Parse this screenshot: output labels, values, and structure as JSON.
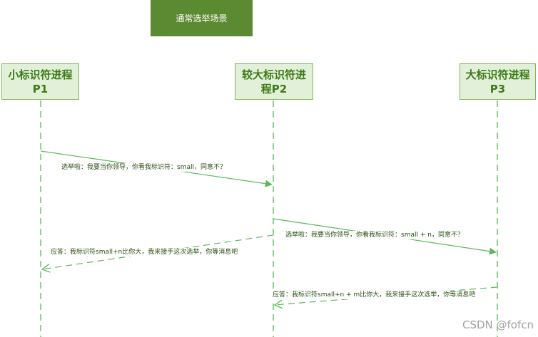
{
  "title": "通常选举场景",
  "actors": [
    {
      "line1": "小标识符进程",
      "line2": "P1"
    },
    {
      "line1": "较大标识符进",
      "line2": "程P2"
    },
    {
      "line1": "大标识符进程",
      "line2": "P3"
    }
  ],
  "messages": [
    {
      "label": "选举啦：我要当你领导，你看我标识符：small，同意不？",
      "type": "request"
    },
    {
      "label": "选举啦：我要当你领导，你看我标识符：small + n，同意不？",
      "type": "request"
    },
    {
      "label": "应答：我标识符small+n比你大，我来接手这次选举，你等消息吧",
      "type": "reply"
    },
    {
      "label": "应答：我标识符small+n + m比你大，我来接手这次选举，你等消息吧",
      "type": "reply"
    }
  ],
  "watermark": "CSDN @fofcn",
  "colors": {
    "title_bg": "#5b8a32",
    "actor_bg": "#e2f0d9",
    "actor_border": "#7fb65a",
    "line": "#5cb85c"
  }
}
